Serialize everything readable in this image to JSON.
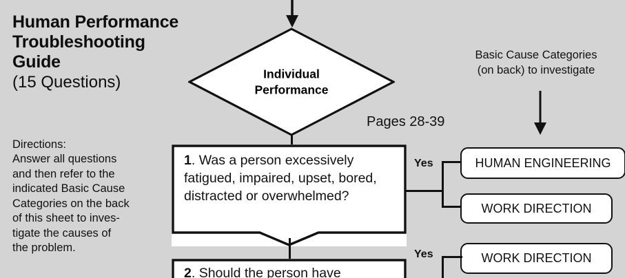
{
  "page": {
    "background_color": "#d4d4d4",
    "line_color": "#111111",
    "box_fill": "#ffffff"
  },
  "title": {
    "line1": "Human Performance",
    "line2": "Troubleshooting",
    "line3": "Guide",
    "subtitle": "(15 Questions)"
  },
  "directions": {
    "heading": "Directions:",
    "lines": [
      "Answer all questions",
      "and then refer to the",
      "indicated Basic Cause",
      "Categories on the back",
      "of this sheet to inves-",
      "tigate the causes of",
      "the problem."
    ]
  },
  "diamond": {
    "line1": "Individual",
    "line2": "Performance"
  },
  "pages_label": "Pages 28-39",
  "basic_cause_header": {
    "line1": "Basic Cause Categories",
    "line2": "(on back) to investigate"
  },
  "questions": [
    {
      "number": "1",
      "text": ". Was a person excessively fatigued, impaired, upset, bored, distracted or overwhelmed?",
      "branch_label": "Yes"
    },
    {
      "number": "2",
      "text": ". Should the person have",
      "branch_label": "Yes"
    }
  ],
  "cause_boxes": [
    {
      "label": "HUMAN ENGINEERING"
    },
    {
      "label": "WORK DIRECTION"
    },
    {
      "label": "WORK DIRECTION"
    }
  ],
  "icons": {
    "top_arrow": "arrow-down-icon",
    "bcc_arrow": "arrow-down-icon"
  }
}
